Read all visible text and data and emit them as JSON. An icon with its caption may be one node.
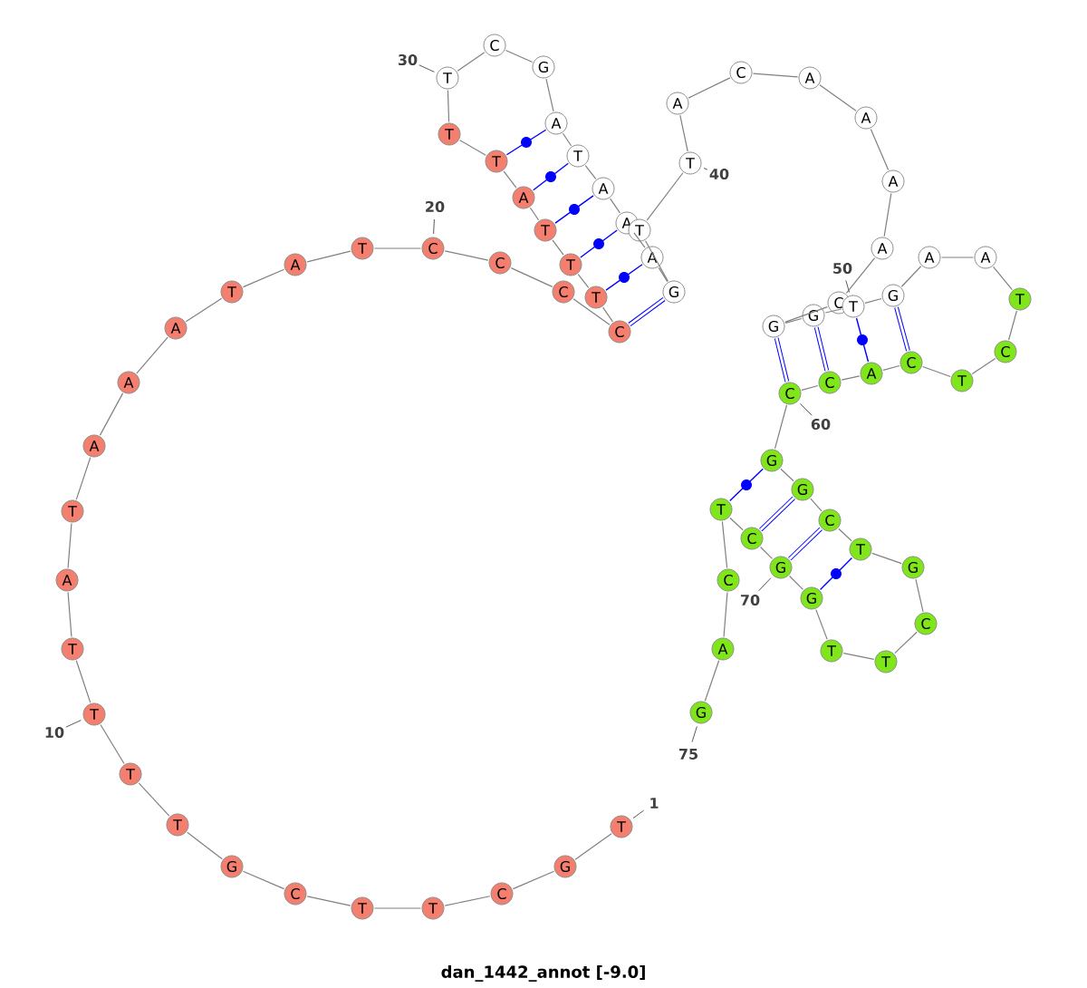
{
  "diagram": {
    "caption": "dan_1442_annot [-9.0]",
    "nodes": [
      {
        "text": [
          "T"
        ],
        "beside": [
          "1"
        ]
      },
      {
        "text": [
          "G"
        ]
      },
      {
        "text": [
          "C"
        ]
      },
      {
        "text": [
          "T"
        ]
      },
      {
        "text": [
          "T"
        ]
      },
      {
        "text": [
          "C"
        ]
      },
      {
        "text": [
          "G"
        ]
      },
      {
        "text": [
          "T"
        ]
      },
      {
        "text": [
          "T"
        ]
      },
      {
        "text": [
          "T"
        ],
        "beside": [
          "10"
        ]
      },
      {
        "text": [
          "T"
        ]
      },
      {
        "text": [
          "A"
        ]
      },
      {
        "text": [
          "T"
        ]
      },
      {
        "text": [
          "A"
        ]
      },
      {
        "text": [
          "A"
        ]
      },
      {
        "text": [
          "A"
        ]
      },
      {
        "text": [
          "T"
        ]
      },
      {
        "text": [
          "A"
        ]
      },
      {
        "text": [
          "T"
        ]
      },
      {
        "text": [
          "C"
        ],
        "beside": [
          "20"
        ]
      },
      {
        "text": [
          "C"
        ]
      },
      {
        "text": [
          "C"
        ]
      },
      {
        "text": [
          "C"
        ]
      },
      {
        "text": [
          "T"
        ]
      },
      {
        "text": [
          "T"
        ]
      },
      {
        "text": [
          "T"
        ]
      },
      {
        "text": [
          "A"
        ]
      },
      {
        "text": [
          "T"
        ]
      },
      {
        "text": [
          "T"
        ]
      },
      {
        "text": [
          "T"
        ],
        "beside": [
          "30"
        ]
      },
      {
        "text": [
          "C"
        ]
      },
      {
        "text": [
          "G"
        ]
      },
      {
        "text": [
          "A"
        ]
      },
      {
        "text": [
          "T"
        ]
      },
      {
        "text": [
          "A"
        ]
      },
      {
        "text": [
          "A"
        ]
      },
      {
        "text": [
          "A"
        ]
      },
      {
        "text": [
          "G"
        ]
      },
      {
        "text": [
          "T"
        ]
      },
      {
        "text": [
          "T"
        ],
        "beside": [
          "40"
        ]
      },
      {
        "text": [
          "A"
        ]
      },
      {
        "text": [
          "C"
        ]
      },
      {
        "text": [
          "A"
        ]
      },
      {
        "text": [
          "A"
        ]
      },
      {
        "text": [
          "A"
        ]
      },
      {
        "text": [
          "A"
        ]
      },
      {
        "text": [
          "C"
        ]
      },
      {
        "text": [
          "G"
        ]
      },
      {
        "text": [
          "G"
        ]
      },
      {
        "text": [
          "T"
        ],
        "beside": [
          "50"
        ]
      },
      {
        "text": [
          "G"
        ]
      },
      {
        "text": [
          "A"
        ]
      },
      {
        "text": [
          "A"
        ]
      },
      {
        "text": [
          "T"
        ]
      },
      {
        "text": [
          "C"
        ]
      },
      {
        "text": [
          "T"
        ]
      },
      {
        "text": [
          "C"
        ]
      },
      {
        "text": [
          "A"
        ]
      },
      {
        "text": [
          "C"
        ]
      },
      {
        "text": [
          "C"
        ],
        "beside": [
          "60"
        ]
      },
      {
        "text": [
          "G"
        ]
      },
      {
        "text": [
          "G"
        ]
      },
      {
        "text": [
          "C"
        ]
      },
      {
        "text": [
          "T"
        ]
      },
      {
        "text": [
          "G"
        ]
      },
      {
        "text": [
          "C"
        ]
      },
      {
        "text": [
          "T"
        ]
      },
      {
        "text": [
          "T"
        ]
      },
      {
        "text": [
          "G"
        ]
      },
      {
        "text": [
          "G"
        ]
      },
      {
        "text": [
          "C"
        ]
      },
      {
        "text": [
          "T"
        ]
      },
      {
        "text": [
          "C"
        ]
      },
      {
        "text": [
          "A"
        ]
      },
      {
        "text": [
          "G"
        ],
        "beside": [
          "75"
        ]
      }
    ],
    "edges": [
      {
        "from": 0,
        "to": 1,
        "arrow": "none"
      },
      {
        "from": 1,
        "to": 2,
        "arrow": "none"
      },
      {
        "from": 2,
        "to": 3,
        "arrow": "none"
      },
      {
        "from": 3,
        "to": 4,
        "arrow": "none"
      },
      {
        "from": 4,
        "to": 5,
        "arrow": "none"
      },
      {
        "from": 5,
        "to": 6,
        "arrow": "none"
      },
      {
        "from": 6,
        "to": 7,
        "arrow": "none"
      },
      {
        "from": 7,
        "to": 8,
        "arrow": "none"
      },
      {
        "from": 8,
        "to": 9,
        "arrow": "none"
      },
      {
        "from": 9,
        "to": 10,
        "arrow": "none"
      },
      {
        "from": 10,
        "to": 11,
        "arrow": "none"
      },
      {
        "from": 11,
        "to": 12,
        "arrow": "none"
      },
      {
        "from": 12,
        "to": 13,
        "arrow": "none"
      },
      {
        "from": 13,
        "to": 14,
        "arrow": "none"
      },
      {
        "from": 14,
        "to": 15,
        "arrow": "none"
      },
      {
        "from": 15,
        "to": 16,
        "arrow": "none"
      },
      {
        "from": 16,
        "to": 17,
        "arrow": "none"
      },
      {
        "from": 17,
        "to": 18,
        "arrow": "none"
      },
      {
        "from": 18,
        "to": 19,
        "arrow": "none"
      },
      {
        "from": 19,
        "to": 20,
        "arrow": "none"
      },
      {
        "from": 20,
        "to": 21,
        "arrow": "none"
      },
      {
        "from": 21,
        "to": 22,
        "arrow": "none"
      },
      {
        "from": 22,
        "to": 23,
        "arrow": "none"
      },
      {
        "from": 23,
        "to": 24,
        "arrow": "none"
      },
      {
        "from": 24,
        "to": 25,
        "arrow": "none"
      },
      {
        "from": 25,
        "to": 26,
        "arrow": "none"
      },
      {
        "from": 26,
        "to": 27,
        "arrow": "none"
      },
      {
        "from": 27,
        "to": 28,
        "arrow": "none"
      },
      {
        "from": 28,
        "to": 29,
        "arrow": "none"
      },
      {
        "from": 29,
        "to": 30,
        "arrow": "none"
      },
      {
        "from": 30,
        "to": 31,
        "arrow": "none"
      },
      {
        "from": 31,
        "to": 32,
        "arrow": "none"
      },
      {
        "from": 32,
        "to": 33,
        "arrow": "none"
      },
      {
        "from": 33,
        "to": 34,
        "arrow": "none"
      },
      {
        "from": 34,
        "to": 35,
        "arrow": "none"
      },
      {
        "from": 35,
        "to": 36,
        "arrow": "none"
      },
      {
        "from": 36,
        "to": 37,
        "arrow": "none"
      },
      {
        "from": 37,
        "to": 38,
        "arrow": "none"
      },
      {
        "from": 38,
        "to": 39,
        "arrow": "none"
      },
      {
        "from": 39,
        "to": 40,
        "arrow": "none"
      },
      {
        "from": 40,
        "to": 41,
        "arrow": "none"
      },
      {
        "from": 41,
        "to": 42,
        "arrow": "none"
      },
      {
        "from": 42,
        "to": 43,
        "arrow": "none"
      },
      {
        "from": 43,
        "to": 44,
        "arrow": "none"
      },
      {
        "from": 44,
        "to": 45,
        "arrow": "none"
      },
      {
        "from": 45,
        "to": 46,
        "arrow": "none"
      },
      {
        "from": 46,
        "to": 47,
        "arrow": "none"
      },
      {
        "from": 47,
        "to": 48,
        "arrow": "none"
      },
      {
        "from": 48,
        "to": 49,
        "arrow": "none"
      },
      {
        "from": 49,
        "to": 50,
        "arrow": "none"
      },
      {
        "from": 50,
        "to": 51,
        "arrow": "none"
      },
      {
        "from": 51,
        "to": 52,
        "arrow": "none"
      },
      {
        "from": 52,
        "to": 53,
        "arrow": "none"
      },
      {
        "from": 53,
        "to": 54,
        "arrow": "none"
      },
      {
        "from": 54,
        "to": 55,
        "arrow": "none"
      },
      {
        "from": 55,
        "to": 56,
        "arrow": "none"
      },
      {
        "from": 56,
        "to": 57,
        "arrow": "none"
      },
      {
        "from": 57,
        "to": 58,
        "arrow": "none"
      },
      {
        "from": 58,
        "to": 59,
        "arrow": "none"
      },
      {
        "from": 59,
        "to": 60,
        "arrow": "none"
      },
      {
        "from": 60,
        "to": 61,
        "arrow": "none"
      },
      {
        "from": 61,
        "to": 62,
        "arrow": "none"
      },
      {
        "from": 62,
        "to": 63,
        "arrow": "none"
      },
      {
        "from": 63,
        "to": 64,
        "arrow": "none"
      },
      {
        "from": 64,
        "to": 65,
        "arrow": "none"
      },
      {
        "from": 65,
        "to": 66,
        "arrow": "none"
      },
      {
        "from": 66,
        "to": 67,
        "arrow": "none"
      },
      {
        "from": 67,
        "to": 68,
        "arrow": "none"
      },
      {
        "from": 68,
        "to": 69,
        "arrow": "none"
      },
      {
        "from": 69,
        "to": 70,
        "arrow": "none"
      },
      {
        "from": 70,
        "to": 71,
        "arrow": "none"
      },
      {
        "from": 71,
        "to": 72,
        "arrow": "none"
      },
      {
        "from": 72,
        "to": 73,
        "arrow": "none"
      },
      {
        "from": 73,
        "to": 74,
        "arrow": "none"
      },
      {
        "from": 27,
        "to": 32,
        "arrow": "none",
        "color": "#0000ff"
      },
      {
        "from": 26,
        "to": 33,
        "arrow": "none",
        "color": "#0000ff"
      },
      {
        "from": 25,
        "to": 34,
        "arrow": "none",
        "color": "#0000ff"
      },
      {
        "from": 24,
        "to": 35,
        "arrow": "none",
        "color": "#0000ff"
      },
      {
        "from": 23,
        "to": 36,
        "arrow": "none",
        "color": "#0000ff"
      },
      {
        "from": 22,
        "to": 37,
        "arrow": "none",
        "color": "#0000ff",
        "style": "thick"
      },
      {
        "from": 47,
        "to": 59,
        "arrow": "none",
        "color": "#0000ff",
        "style": "thick"
      },
      {
        "from": 48,
        "to": 58,
        "arrow": "none",
        "color": "#0000ff",
        "style": "thick"
      },
      {
        "from": 49,
        "to": 57,
        "arrow": "none",
        "color": "#0000ff"
      },
      {
        "from": 50,
        "to": 56,
        "arrow": "none",
        "color": "#0000ff",
        "style": "thick"
      },
      {
        "from": 60,
        "to": 71,
        "arrow": "none",
        "color": "#0000ff"
      },
      {
        "from": 61,
        "to": 70,
        "arrow": "none",
        "color": "#0000ff",
        "style": "thick"
      },
      {
        "from": 62,
        "to": 69,
        "arrow": "none",
        "color": "#0000ff",
        "style": "thick"
      },
      {
        "from": 63,
        "to": 68,
        "arrow": "none",
        "color": "#0000ff"
      }
    ],
    "labels": [
      "70"
    ]
  }
}
